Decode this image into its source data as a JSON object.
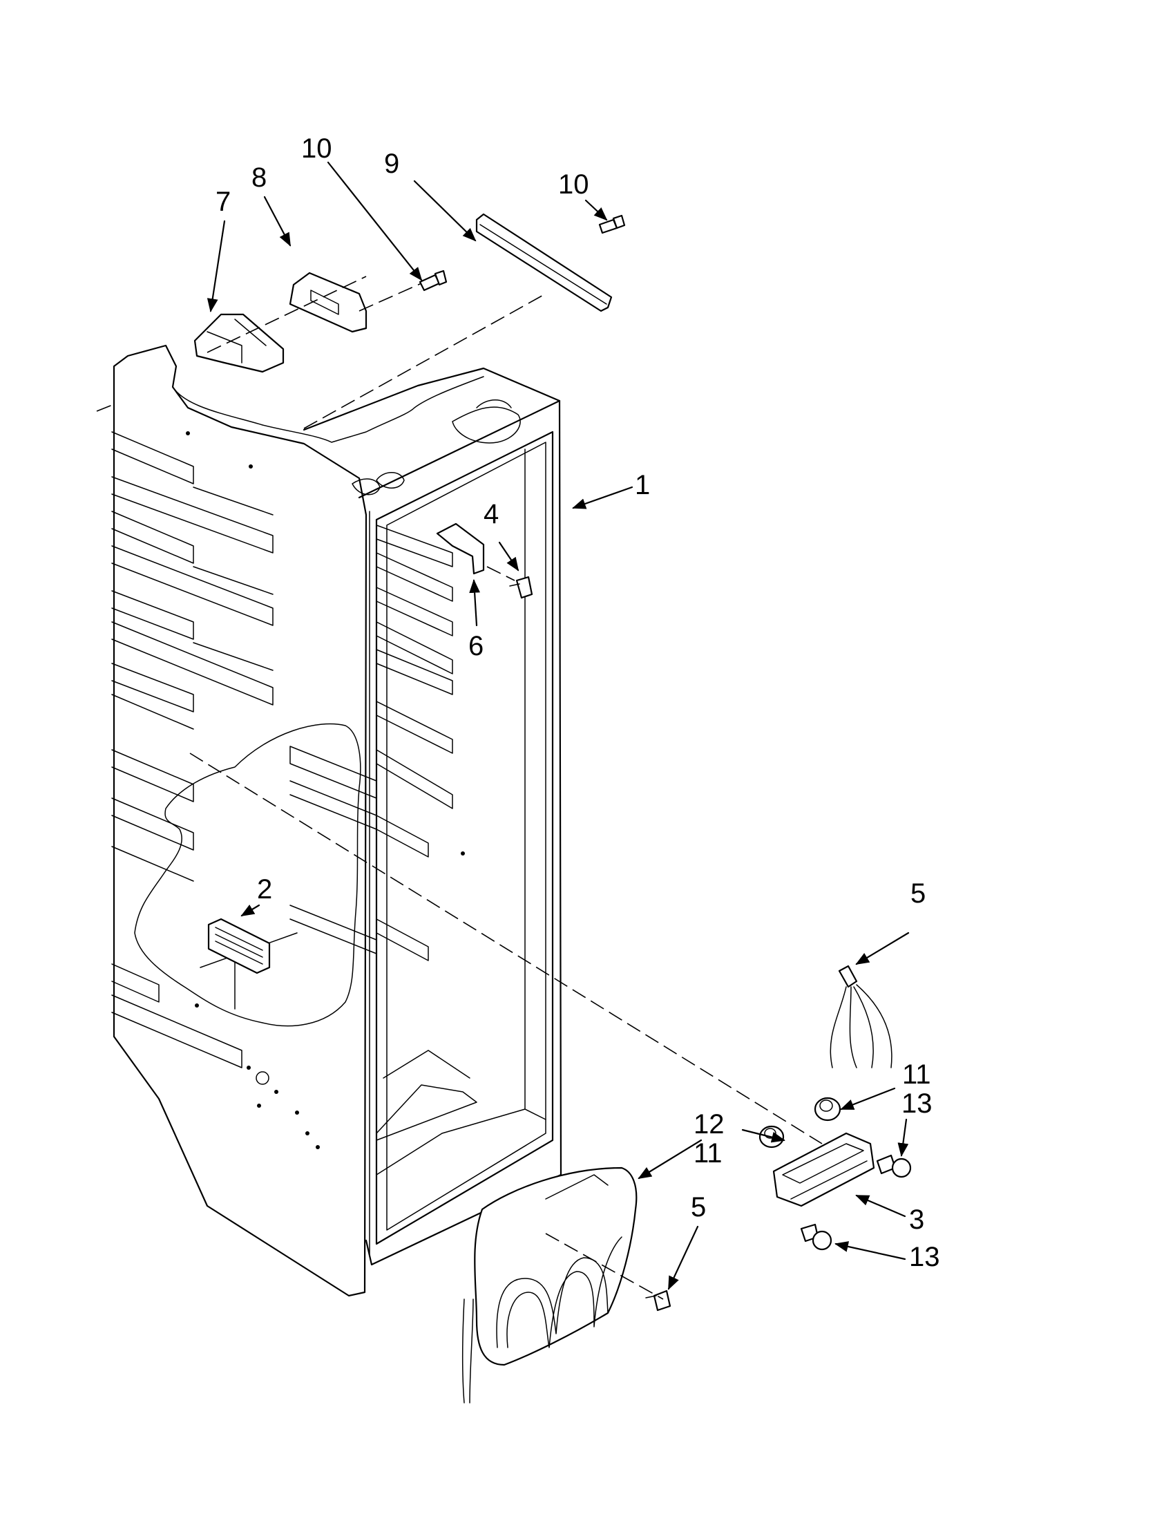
{
  "diagram": {
    "callouts": [
      {
        "id": "1",
        "label": "1"
      },
      {
        "id": "2",
        "label": "2"
      },
      {
        "id": "3",
        "label": "3"
      },
      {
        "id": "4",
        "label": "4"
      },
      {
        "id": "5a",
        "label": "5"
      },
      {
        "id": "5b",
        "label": "5"
      },
      {
        "id": "6",
        "label": "6"
      },
      {
        "id": "7",
        "label": "7"
      },
      {
        "id": "8",
        "label": "8"
      },
      {
        "id": "9",
        "label": "9"
      },
      {
        "id": "10a",
        "label": "10"
      },
      {
        "id": "10b",
        "label": "10"
      },
      {
        "id": "11a",
        "label": "11"
      },
      {
        "id": "11b",
        "label": "11"
      },
      {
        "id": "12",
        "label": "12"
      },
      {
        "id": "13a",
        "label": "13"
      },
      {
        "id": "13b",
        "label": "13"
      }
    ]
  }
}
